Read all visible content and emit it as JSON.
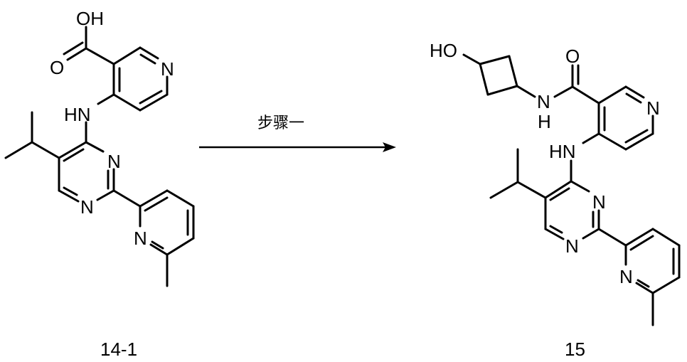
{
  "scheme": {
    "reactant": {
      "id_label": "14-1",
      "atoms": {
        "oh": "OH",
        "o": "O",
        "n_pyridine": "N",
        "nh": "HN",
        "n3": "N",
        "n1": "N",
        "n_pyr2": "N"
      }
    },
    "arrow": {
      "condition_label": "步骤一",
      "color": "#000000"
    },
    "product": {
      "id_label": "15",
      "atoms": {
        "ho": "HO",
        "amide_n": "N",
        "amide_h": "H",
        "o": "O",
        "n_pyridine": "N",
        "nh": "HN",
        "n3": "N",
        "n1": "N",
        "n_pyr2": "N"
      }
    }
  }
}
